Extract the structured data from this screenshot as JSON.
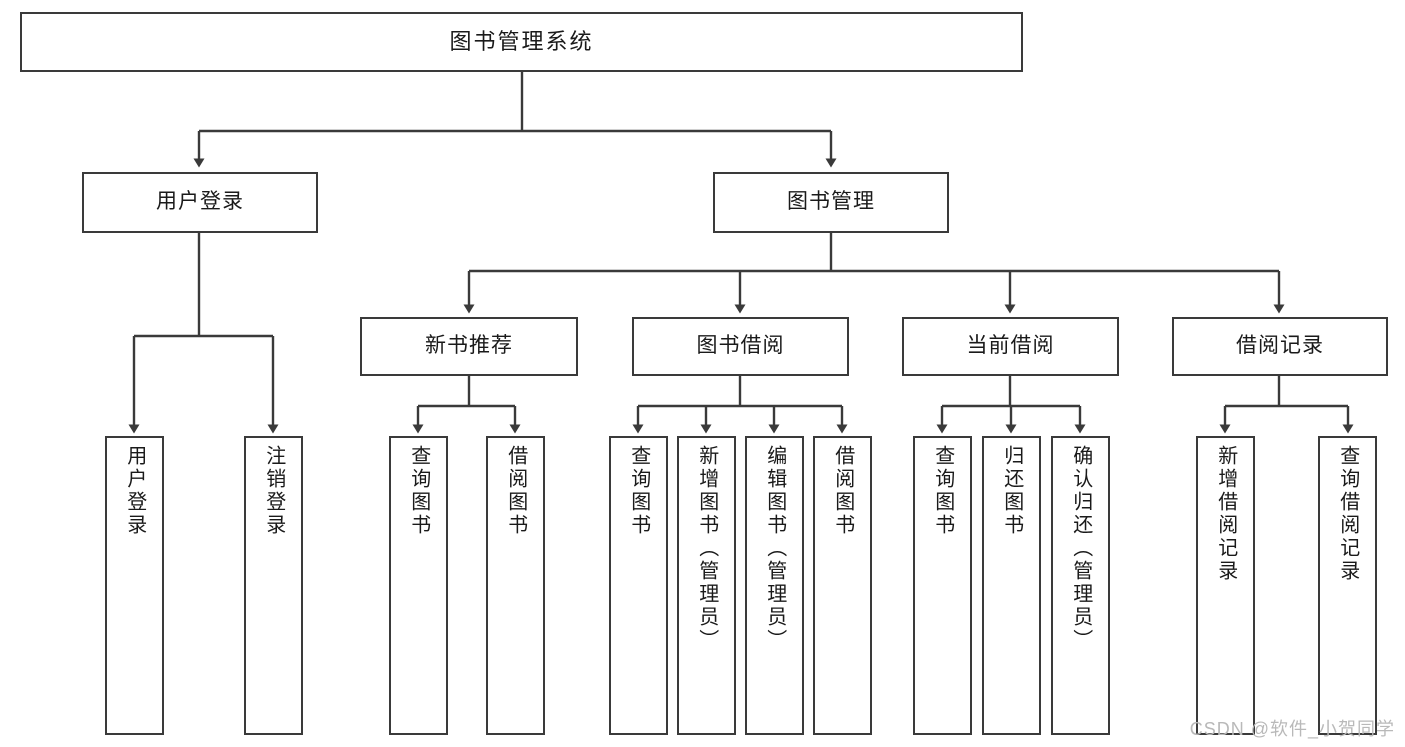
{
  "diagram": {
    "type": "tree-hierarchy",
    "title": "图书管理系统",
    "watermark": "CSDN @软件_小贺同学",
    "colors": {
      "stroke": "#3a3a3a",
      "fill": "#ffffff",
      "text": "#1a1a1a",
      "watermark": "#b9b9b9"
    },
    "root": {
      "label": "图书管理系统",
      "orientation": "horizontal"
    },
    "level2": [
      {
        "label": "用户登录",
        "orientation": "horizontal"
      },
      {
        "label": "图书管理",
        "orientation": "horizontal"
      }
    ],
    "level3": [
      {
        "label": "新书推荐",
        "orientation": "horizontal"
      },
      {
        "label": "图书借阅",
        "orientation": "horizontal"
      },
      {
        "label": "当前借阅",
        "orientation": "horizontal"
      },
      {
        "label": "借阅记录",
        "orientation": "horizontal"
      }
    ],
    "leaves": {
      "user_login": [
        {
          "label": "用户登录",
          "orientation": "vertical"
        },
        {
          "label": "注销登录",
          "orientation": "vertical"
        }
      ],
      "new_book_recommend": [
        {
          "label": "查询图书",
          "orientation": "vertical"
        },
        {
          "label": "借阅图书",
          "orientation": "vertical"
        }
      ],
      "book_borrow": [
        {
          "label": "查询图书",
          "orientation": "vertical"
        },
        {
          "label": "新增图书（管理员）",
          "orientation": "vertical"
        },
        {
          "label": "编辑图书（管理员）",
          "orientation": "vertical"
        },
        {
          "label": "借阅图书",
          "orientation": "vertical"
        }
      ],
      "current_borrow": [
        {
          "label": "查询图书",
          "orientation": "vertical"
        },
        {
          "label": "归还图书",
          "orientation": "vertical"
        },
        {
          "label": "确认归还（管理员）",
          "orientation": "vertical"
        }
      ],
      "borrow_record": [
        {
          "label": "新增借阅记录",
          "orientation": "vertical"
        },
        {
          "label": "查询借阅记录",
          "orientation": "vertical"
        }
      ]
    }
  }
}
